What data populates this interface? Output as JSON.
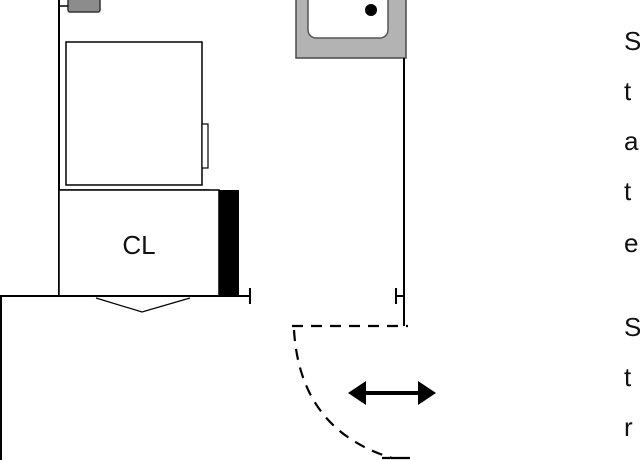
{
  "diagram": {
    "appliance_label": "CL",
    "colors": {
      "line": "#000000",
      "sink_fill": "#b3b3b3",
      "sink_border": "#4a4a4a",
      "tap_fill": "#8c8c8c"
    },
    "side_text": [
      {
        "text": "S"
      },
      {
        "text": "t"
      },
      {
        "text": "a"
      },
      {
        "text": "t"
      },
      {
        "text": "e"
      },
      {
        "text": "S"
      },
      {
        "text": "t"
      },
      {
        "text": "r"
      }
    ]
  }
}
